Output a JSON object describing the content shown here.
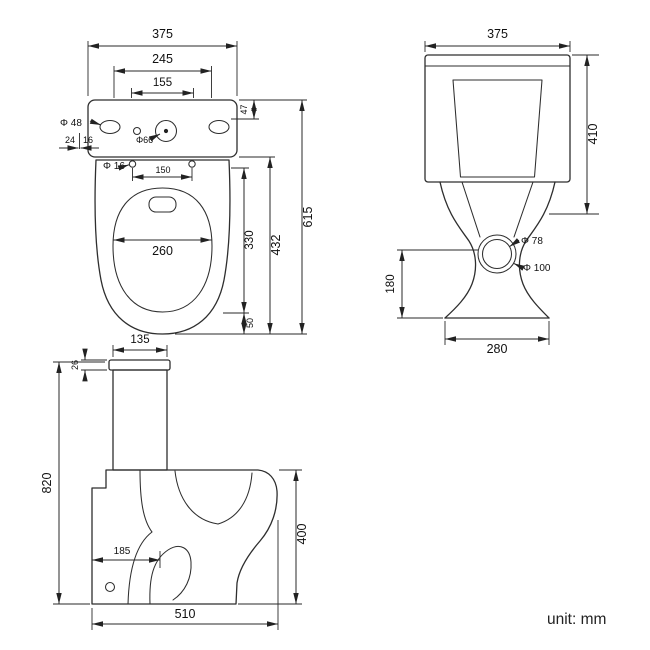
{
  "unit_label": "unit: mm",
  "top_view": {
    "overall_width": "375",
    "inner_width": "245",
    "hole_span": "155",
    "depth_47": "47",
    "left_hole_dia": "Φ 48",
    "offset_24": "24",
    "offset_16": "16",
    "button_dia": "Φ66",
    "seat_hole_dia": "Φ 16",
    "seat_hole_span": "150",
    "seat_width": "260",
    "seat_depth": "330",
    "front_gap": "50",
    "bowl_depth": "432",
    "overall_depth": "615"
  },
  "front_view": {
    "overall_width": "375",
    "tank_height": "410",
    "inner_dia": "Φ 78",
    "outer_dia": "Φ 100",
    "outlet_height": "180",
    "base_width": "280"
  },
  "side_view": {
    "tank_depth": "135",
    "lid_height": "26",
    "overall_height": "820",
    "trap_distance": "185",
    "bowl_height": "400",
    "overall_depth": "510"
  }
}
